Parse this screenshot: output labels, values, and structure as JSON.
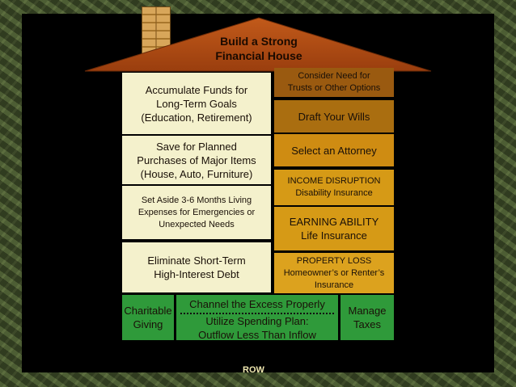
{
  "title_line1": "Build a Strong",
  "title_line2": "Financial House",
  "left_column": [
    {
      "lines": [
        "Accumulate Funds for",
        "Long-Term Goals",
        "(Education, Retirement)"
      ]
    },
    {
      "lines": [
        "Save for Planned",
        "Purchases of Major Items",
        "(House, Auto, Furniture)"
      ]
    },
    {
      "lines": [
        "Set Aside 3-6 Months Living",
        "Expenses for Emergencies or",
        "Unexpected Needs"
      ]
    },
    {
      "lines": [
        "Eliminate Short-Term",
        "High-Interest Debt"
      ]
    }
  ],
  "right_column": [
    {
      "lines": [
        "Consider Need for",
        "Trusts or Other Options"
      ]
    },
    {
      "lines": [
        "Draft Your Wills"
      ]
    },
    {
      "lines": [
        "Select an Attorney"
      ]
    },
    {
      "lines": [
        "INCOME DISRUPTION",
        "Disability Insurance"
      ]
    },
    {
      "lines": [
        "EARNING ABILITY",
        "Life Insurance"
      ]
    },
    {
      "lines": [
        "PROPERTY LOSS",
        "Homeowner’s or Renter’s",
        "Insurance"
      ]
    }
  ],
  "foundation": {
    "left": [
      "Charitable",
      "Giving"
    ],
    "center_top": "Channel the Excess Properly",
    "center_bottom": [
      "Utilize Spending Plan:",
      "Outflow Less Than Inflow"
    ],
    "right": [
      "Manage",
      "Taxes"
    ]
  },
  "footer_fragment": "ROW",
  "colors": {
    "cream": "#f4f1cc",
    "roof": "#a84a10",
    "foundation_green": "#2f9a3a"
  }
}
